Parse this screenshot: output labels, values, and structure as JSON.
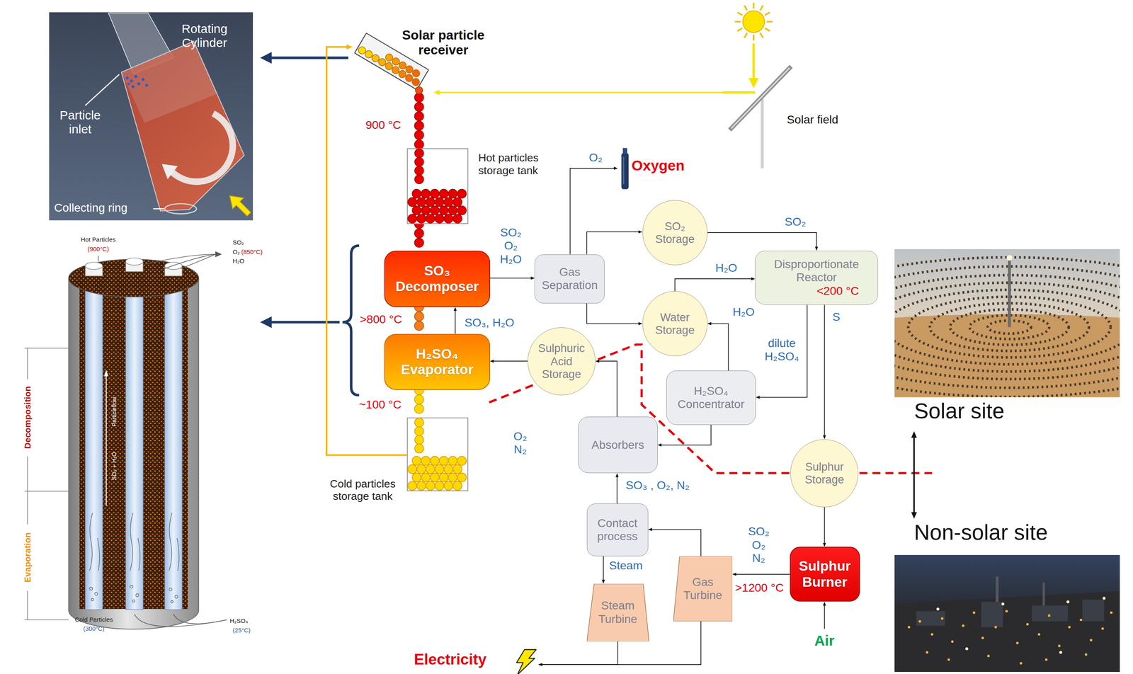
{
  "diagram": {
    "nodes": [
      {
        "text": [
          "Solar particle receiver"
        ]
      },
      {
        "text": [
          "Hot particles storage tank"
        ]
      },
      {
        "text": [
          "SO₃ Decomposer"
        ]
      },
      {
        "text": [
          "H₂SO₄ Evaporator"
        ]
      },
      {
        "text": [
          "Cold particles storage tank"
        ]
      },
      {
        "text": [
          "Solar field"
        ]
      },
      {
        "text": [
          "Gas Separation"
        ]
      },
      {
        "text": [
          "Oxygen"
        ]
      },
      {
        "text": [
          "SO₂ Storage"
        ]
      },
      {
        "text": [
          "Disproportionate Reactor",
          "<200 °C"
        ]
      },
      {
        "text": [
          "Water Storage"
        ]
      },
      {
        "text": [
          "Sulphuric Acid Storage"
        ]
      },
      {
        "text": [
          "H₂SO₄ Concentrator"
        ]
      },
      {
        "text": [
          "Absorbers"
        ]
      },
      {
        "text": [
          "Sulphur Storage"
        ]
      },
      {
        "text": [
          "Contact process"
        ]
      },
      {
        "text": [
          "Sulphur Burner"
        ]
      },
      {
        "text": [
          "Gas Turbine"
        ]
      },
      {
        "text": [
          "Steam Turbine"
        ]
      },
      {
        "text": [
          "Air"
        ]
      },
      {
        "text": [
          "Electricity"
        ]
      },
      {
        "text": [
          "Solar site"
        ]
      },
      {
        "text": [
          "Non-solar site"
        ]
      }
    ],
    "edges": [
      {
        "from": 5,
        "to": 0,
        "arrow": "to"
      },
      {
        "from": 0,
        "to": 1,
        "arrow": "none"
      },
      {
        "from": 1,
        "to": 2,
        "arrow": "none"
      },
      {
        "from": 2,
        "to": 3,
        "arrow": "none"
      },
      {
        "from": 3,
        "to": 4,
        "arrow": "none"
      },
      {
        "from": 4,
        "to": 0,
        "arrow": "to"
      },
      {
        "from": 3,
        "to": 2,
        "label": "SO₃, H₂O",
        "arrow": "to"
      },
      {
        "from": 2,
        "to": 6,
        "label": "SO₂ O₂ H₂O",
        "arrow": "to"
      },
      {
        "from": 6,
        "to": 7,
        "label": "O₂",
        "arrow": "to"
      },
      {
        "from": 6,
        "to": 8,
        "arrow": "to"
      },
      {
        "from": 6,
        "to": 10,
        "arrow": "to"
      },
      {
        "from": 8,
        "to": 9,
        "label": "SO₂",
        "arrow": "to"
      },
      {
        "from": 10,
        "to": 9,
        "label": "H₂O",
        "arrow": "to"
      },
      {
        "from": 12,
        "to": 10,
        "label": "H₂O",
        "arrow": "to"
      },
      {
        "from": 9,
        "to": 12,
        "label": "dilute H₂SO₄",
        "arrow": "to"
      },
      {
        "from": 9,
        "to": 14,
        "label": "S",
        "arrow": "to"
      },
      {
        "from": 12,
        "to": 13,
        "arrow": "to"
      },
      {
        "from": 13,
        "to": 11,
        "arrow": "to"
      },
      {
        "from": 11,
        "to": 3,
        "arrow": "to"
      },
      {
        "from": 15,
        "to": 13,
        "label": "SO₃ , O₂, N₂",
        "arrow": "to"
      },
      {
        "from": 14,
        "to": 16,
        "arrow": "to"
      },
      {
        "from": 19,
        "to": 16,
        "arrow": "to"
      },
      {
        "from": 16,
        "to": 17,
        "label": ">1200 °C",
        "arrow": "to"
      },
      {
        "from": 17,
        "to": 15,
        "arrow": "to"
      },
      {
        "from": 15,
        "to": 18,
        "label": "Steam",
        "arrow": "to"
      },
      {
        "from": 18,
        "to": 20,
        "arrow": "to"
      },
      {
        "from": 17,
        "to": 20,
        "arrow": "to"
      },
      {
        "from": 21,
        "to": 22,
        "arrow": "both"
      }
    ],
    "labels": [
      "Rotating Cylinder",
      "Particle inlet",
      "Collecting ring",
      "Hot Particles",
      "(900°C)",
      "SO₂",
      "O₂",
      "(850°C)",
      "H₂O",
      "Decomposition",
      "Evaporation",
      "Particleflow",
      "SO₃ + H₂O",
      "Cold Particles",
      "(300°C)",
      "H₂SO₄",
      "(25°C)",
      "900 °C",
      ">800 °C",
      "~100 °C",
      "O₂ N₂",
      "SO₂ O₂ N₂"
    ]
  }
}
